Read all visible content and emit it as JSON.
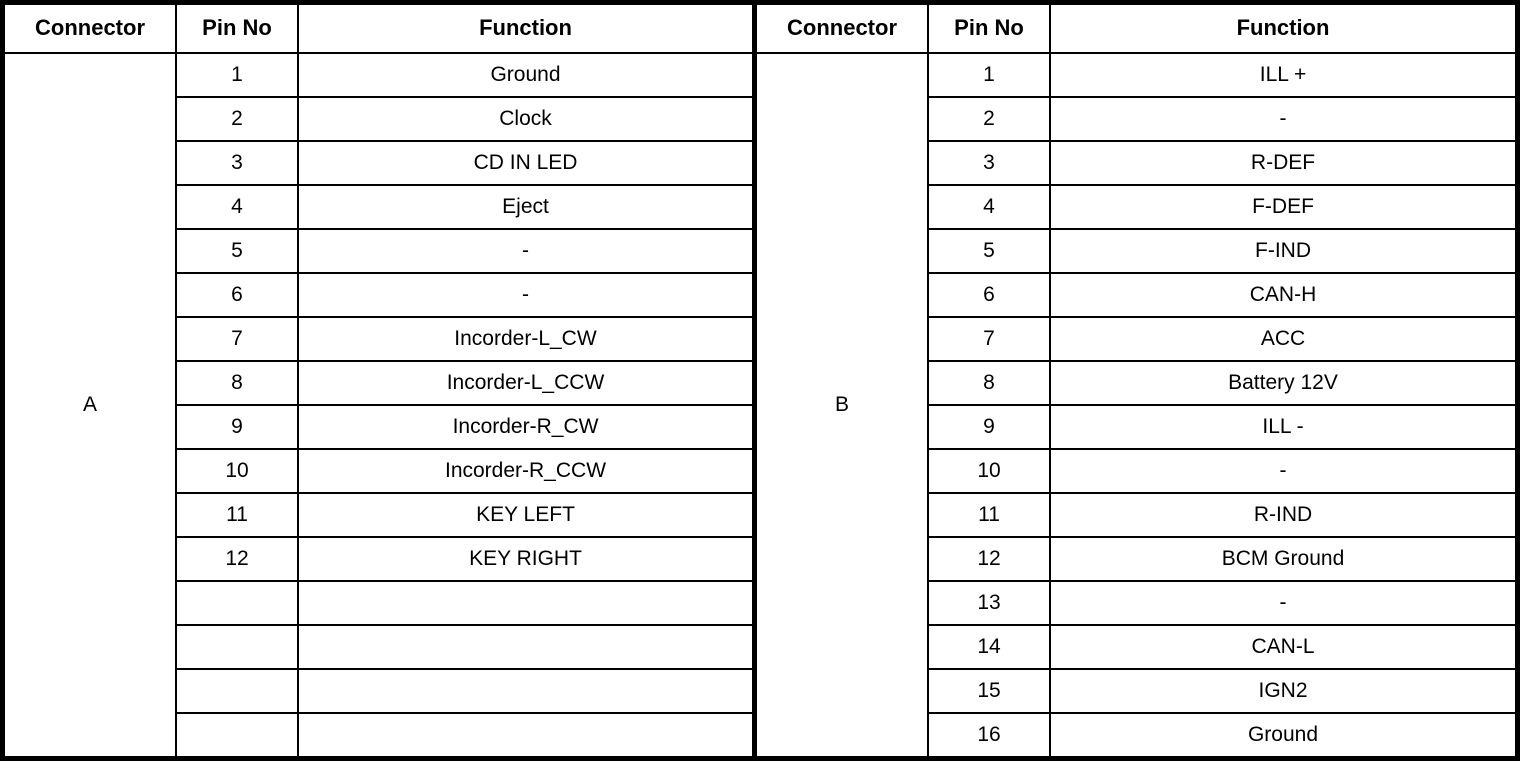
{
  "tables": [
    {
      "id": "connector-a",
      "headers": {
        "connector": "Connector",
        "pin_no": "Pin No",
        "function": "Function"
      },
      "connector_label": "A",
      "rows": [
        {
          "pin": "1",
          "function": "Ground"
        },
        {
          "pin": "2",
          "function": "Clock"
        },
        {
          "pin": "3",
          "function": "CD IN LED"
        },
        {
          "pin": "4",
          "function": "Eject"
        },
        {
          "pin": "5",
          "function": "-"
        },
        {
          "pin": "6",
          "function": "-"
        },
        {
          "pin": "7",
          "function": "Incorder-L_CW"
        },
        {
          "pin": "8",
          "function": "Incorder-L_CCW"
        },
        {
          "pin": "9",
          "function": "Incorder-R_CW"
        },
        {
          "pin": "10",
          "function": "Incorder-R_CCW"
        },
        {
          "pin": "11",
          "function": "KEY LEFT"
        },
        {
          "pin": "12",
          "function": "KEY RIGHT"
        },
        {
          "pin": "",
          "function": ""
        },
        {
          "pin": "",
          "function": ""
        },
        {
          "pin": "",
          "function": ""
        },
        {
          "pin": "",
          "function": ""
        }
      ]
    },
    {
      "id": "connector-b",
      "headers": {
        "connector": "Connector",
        "pin_no": "Pin No",
        "function": "Function"
      },
      "connector_label": "B",
      "rows": [
        {
          "pin": "1",
          "function": "ILL +"
        },
        {
          "pin": "2",
          "function": "-"
        },
        {
          "pin": "3",
          "function": "R-DEF"
        },
        {
          "pin": "4",
          "function": "F-DEF"
        },
        {
          "pin": "5",
          "function": "F-IND",
          "emphasis": true
        },
        {
          "pin": "6",
          "function": "CAN-H"
        },
        {
          "pin": "7",
          "function": "ACC"
        },
        {
          "pin": "8",
          "function": "Battery 12V"
        },
        {
          "pin": "9",
          "function": "ILL -"
        },
        {
          "pin": "10",
          "function": "-"
        },
        {
          "pin": "11",
          "function": "R-IND"
        },
        {
          "pin": "12",
          "function": "BCM Ground"
        },
        {
          "pin": "13",
          "function": "-"
        },
        {
          "pin": "14",
          "function": "CAN-L"
        },
        {
          "pin": "15",
          "function": "IGN2"
        },
        {
          "pin": "16",
          "function": "Ground"
        }
      ]
    }
  ],
  "colors": {
    "border": "#000000",
    "text": "#000000",
    "background": "#ffffff"
  }
}
